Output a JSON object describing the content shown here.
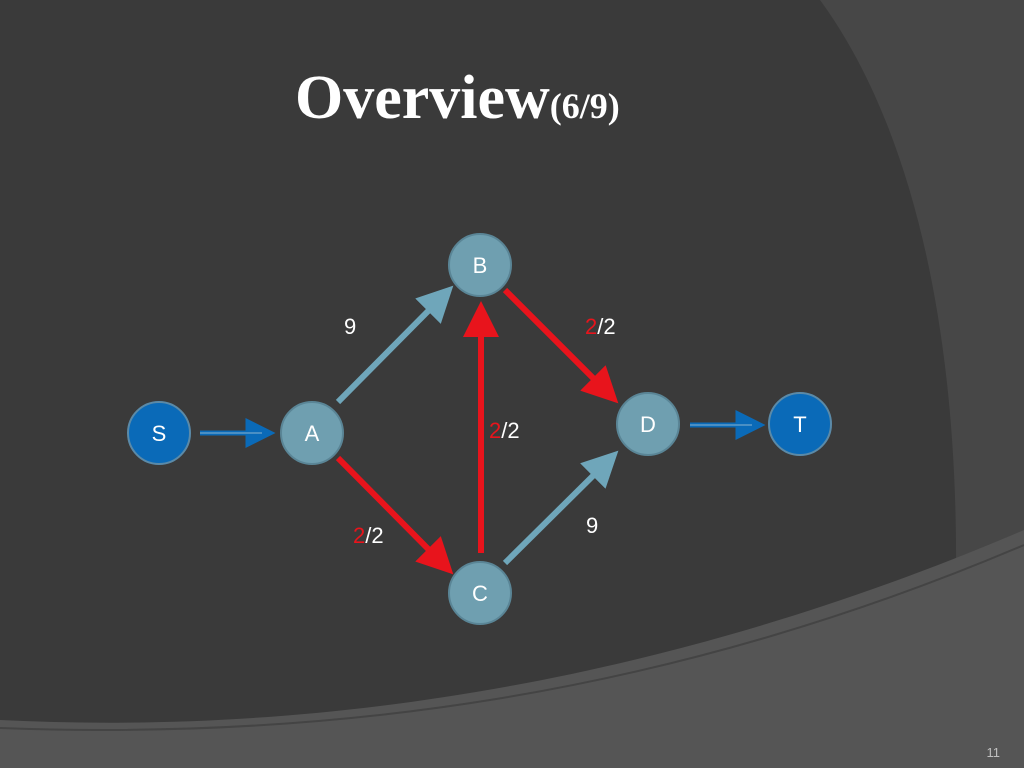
{
  "slide": {
    "title": "Overview",
    "title_suffix": "(6/9)",
    "page_number": "11"
  },
  "colors": {
    "background": "#3a3a3a",
    "background_arc_light": "#4a4a4a",
    "background_swoosh": "#555555",
    "node_source_sink": "#0a6ab8",
    "node_internal": "#6f9fb0",
    "edge_normal": "#6fa6ba",
    "edge_saturated": "#e8141c",
    "flow_text": "#e8141c",
    "text": "#ffffff"
  },
  "graph": {
    "nodes": [
      {
        "id": "S",
        "label": "S",
        "kind": "terminal"
      },
      {
        "id": "A",
        "label": "A",
        "kind": "internal"
      },
      {
        "id": "B",
        "label": "B",
        "kind": "internal"
      },
      {
        "id": "C",
        "label": "C",
        "kind": "internal"
      },
      {
        "id": "D",
        "label": "D",
        "kind": "internal"
      },
      {
        "id": "T",
        "label": "T",
        "kind": "terminal"
      }
    ],
    "edges": [
      {
        "from": "S",
        "to": "A",
        "label": "",
        "saturated": false
      },
      {
        "from": "A",
        "to": "B",
        "label": "9",
        "saturated": false
      },
      {
        "from": "A",
        "to": "C",
        "flow": "2",
        "capacity": "/2",
        "saturated": true
      },
      {
        "from": "C",
        "to": "B",
        "flow": "2",
        "capacity": "/2",
        "saturated": true
      },
      {
        "from": "B",
        "to": "D",
        "flow": "2",
        "capacity": "/2",
        "saturated": true
      },
      {
        "from": "C",
        "to": "D",
        "label": "9",
        "saturated": false
      },
      {
        "from": "D",
        "to": "T",
        "label": "",
        "saturated": false
      }
    ]
  }
}
